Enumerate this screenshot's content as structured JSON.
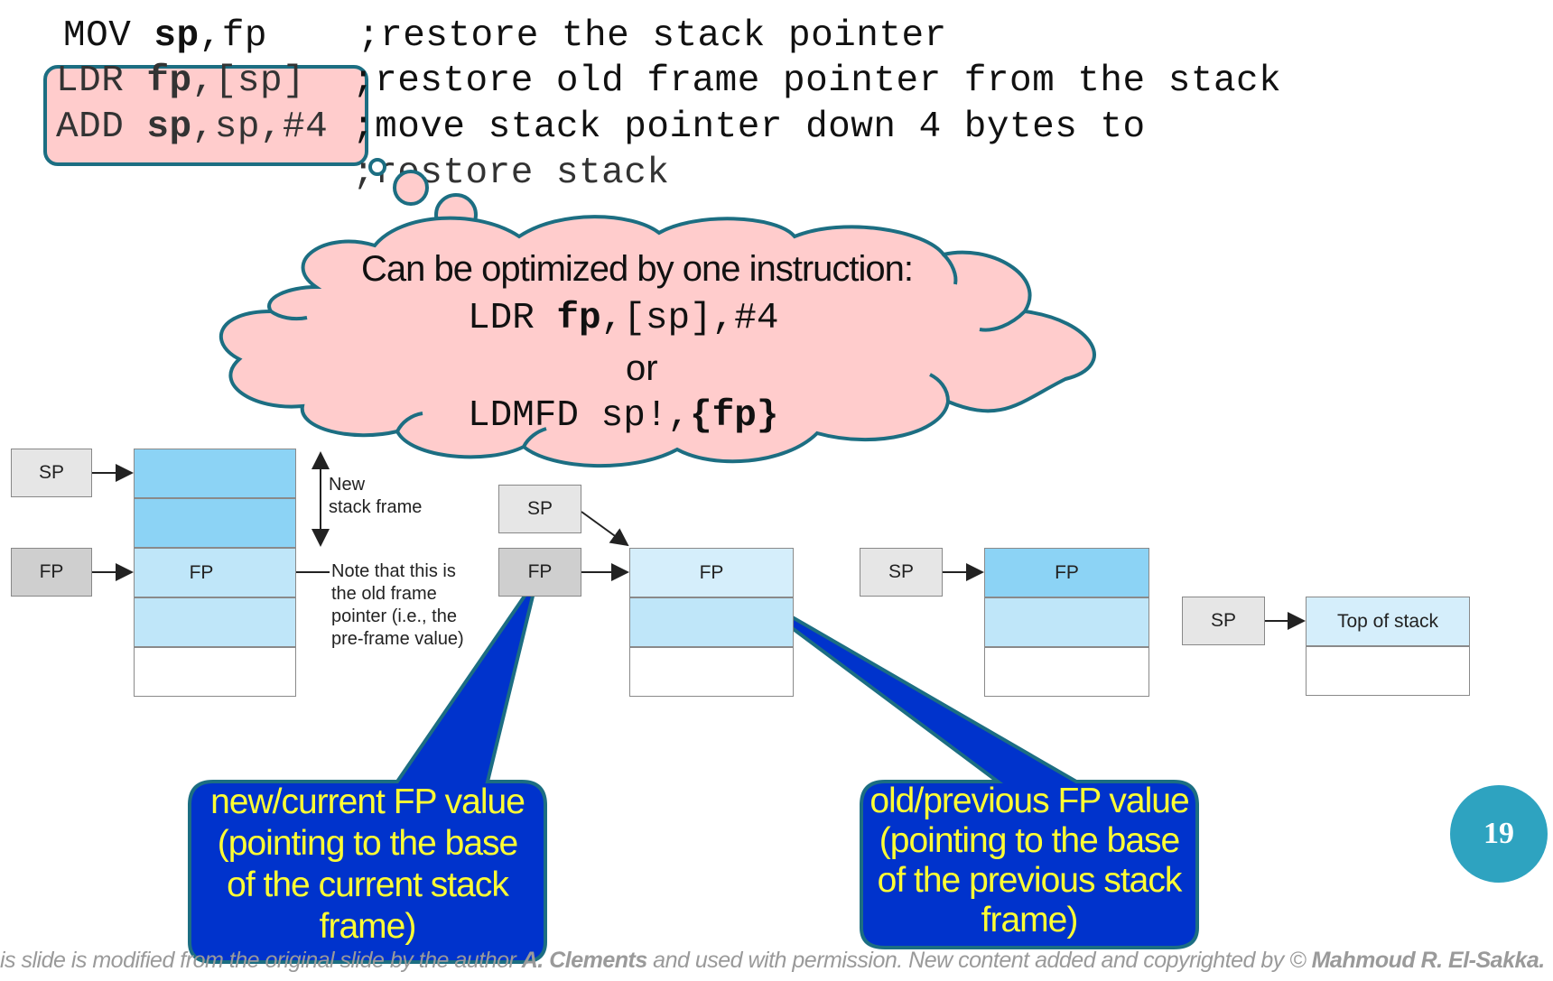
{
  "code": {
    "line1": {
      "mnemonic": "MOV ",
      "op_bold": "sp",
      "op_rest": ",fp",
      "comment": ";restore the stack pointer"
    },
    "line2": {
      "mnemonic": "LDR ",
      "op_bold": "fp",
      "op_rest": ",[sp]",
      "comment": ";restore old frame pointer from the stack"
    },
    "line3": {
      "mnemonic": "ADD ",
      "op_bold": "sp",
      "op_rest": ",sp,#4",
      "comment": ";move stack pointer down 4 bytes to"
    },
    "line4": {
      "comment": ";restore stack"
    }
  },
  "cloud": {
    "title": "Can be optimized by one instruction:",
    "opt1": {
      "mnemonic": "LDR ",
      "op_bold": "fp",
      "op_rest": ",[sp],#4"
    },
    "or": "or",
    "opt2": {
      "mnemonic": "LDMFD sp!,",
      "op_bold": "{fp}"
    }
  },
  "diagram": {
    "sp_label": "SP",
    "fp_label": "FP",
    "new_frame_label": [
      "New",
      "stack frame"
    ],
    "note_lines": [
      "Note that this is",
      "the old frame",
      "pointer (i.e., the",
      "pre-frame value)"
    ],
    "top_of_stack": "Top of stack"
  },
  "callouts": {
    "left": [
      "new/current FP value",
      "(pointing to the base",
      "of the current stack",
      "frame)"
    ],
    "right": [
      "old/previous FP value",
      "(pointing to the base",
      "of the previous stack",
      "frame)"
    ]
  },
  "page_number": "19",
  "footer": {
    "prefix": "is slide is modified from the original slide by the author ",
    "author": "A. Clements",
    "middle": " and used with permission. New content added and copyrighted by © ",
    "owner": "Mahmoud R. El-Sakka."
  },
  "colors": {
    "highlight_fill": "#ffcccc",
    "highlight_border": "#1c6e82",
    "callout_fill": "#0033cc",
    "callout_text": "#ffff33",
    "page_badge": "#2ea3c0"
  }
}
